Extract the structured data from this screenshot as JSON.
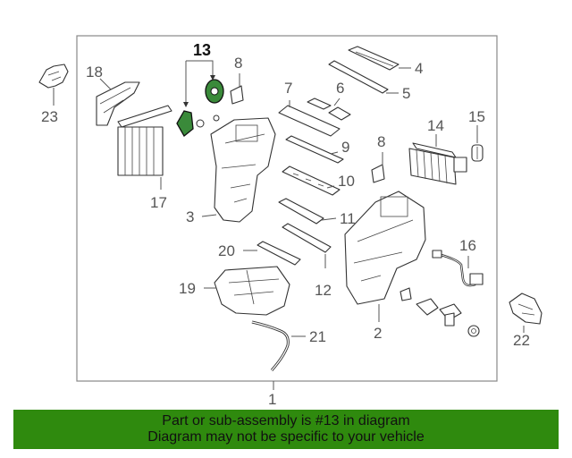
{
  "diagram": {
    "highlighted_part": "13",
    "callouts": [
      "1",
      "2",
      "3",
      "4",
      "5",
      "6",
      "7",
      "8",
      "8",
      "9",
      "10",
      "11",
      "12",
      "13",
      "14",
      "15",
      "16",
      "17",
      "18",
      "19",
      "20",
      "21",
      "22",
      "23"
    ]
  },
  "banner": {
    "line1": "Part or sub-assembly is #13 in diagram",
    "line2": "Diagram may not be specific to your vehicle",
    "color": "#2f8a0e"
  }
}
